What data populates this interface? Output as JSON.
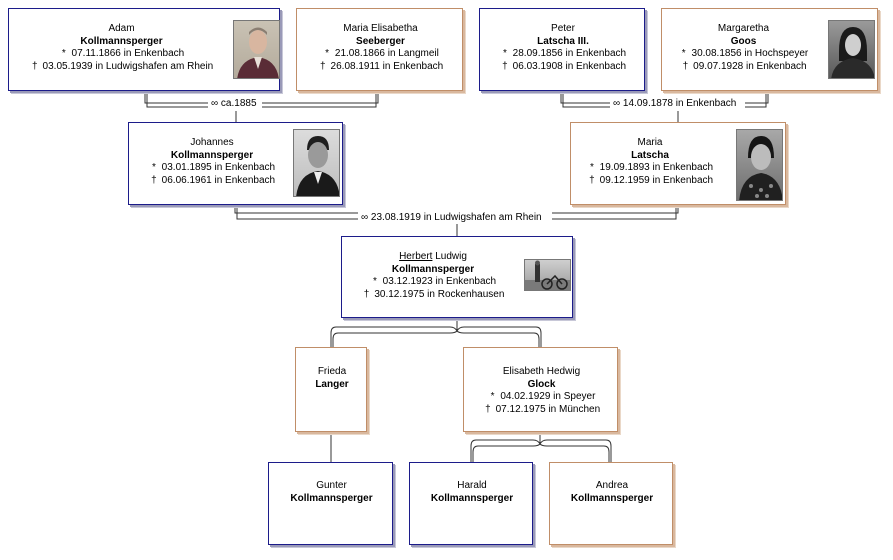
{
  "persons": {
    "adam": {
      "given": "Adam",
      "surname": "Kollmannsperger",
      "birth": "07.11.1866 in Enkenbach",
      "death": "03.05.1939 in Ludwigshafen am Rhein"
    },
    "maria_el": {
      "given": "Maria Elisabetha",
      "surname": "Seeberger",
      "birth": "21.08.1866 in Langmeil",
      "death": "26.08.1911 in Enkenbach"
    },
    "peter": {
      "given": "Peter",
      "surname": "Latscha III.",
      "birth": "28.09.1856 in Enkenbach",
      "death": "06.03.1908 in Enkenbach"
    },
    "margaretha": {
      "given": "Margaretha",
      "surname": "Goos",
      "birth": "30.08.1856 in Hochspeyer",
      "death": "09.07.1928 in Enkenbach"
    },
    "johannes": {
      "given": "Johannes",
      "surname": "Kollmannsperger",
      "birth": "03.01.1895 in Enkenbach",
      "death": "06.06.1961 in Enkenbach"
    },
    "maria": {
      "given": "Maria",
      "surname": "Latscha",
      "birth": "19.09.1893 in Enkenbach",
      "death": "09.12.1959 in Enkenbach"
    },
    "herbert": {
      "given_first": "Herbert",
      "given_rest": " Ludwig",
      "surname": "Kollmannsperger",
      "birth": "03.12.1923 in Enkenbach",
      "death": "30.12.1975 in Rockenhausen"
    },
    "frieda": {
      "given": "Frieda",
      "surname": "Langer"
    },
    "elisabeth": {
      "given": "Elisabeth Hedwig",
      "surname": "Glock",
      "birth": "04.02.1929 in Speyer",
      "death": "07.12.1975 in München"
    },
    "gunter": {
      "given": "Gunter",
      "surname": "Kollmannsperger"
    },
    "harald": {
      "given": "Harald",
      "surname": "Kollmannsperger"
    },
    "andrea": {
      "given": "Andrea",
      "surname": "Kollmannsperger"
    }
  },
  "marriages": {
    "adam_maria": "ca.1885",
    "peter_margaretha": "14.09.1878 in Enkenbach",
    "johannes_maria": "23.08.1919 in Ludwigshafen am Rhein"
  },
  "symbols": {
    "birth": "*",
    "death": "†",
    "marriage": "∞"
  },
  "colors": {
    "male_border": "#1c1c8a",
    "female_border": "#c08e68",
    "line": "#333333"
  },
  "photos": {
    "adam": "portrait-photo",
    "margaretha": "portrait-photo",
    "johannes": "portrait-photo",
    "maria": "portrait-photo",
    "herbert": "motorcycle-photo"
  }
}
